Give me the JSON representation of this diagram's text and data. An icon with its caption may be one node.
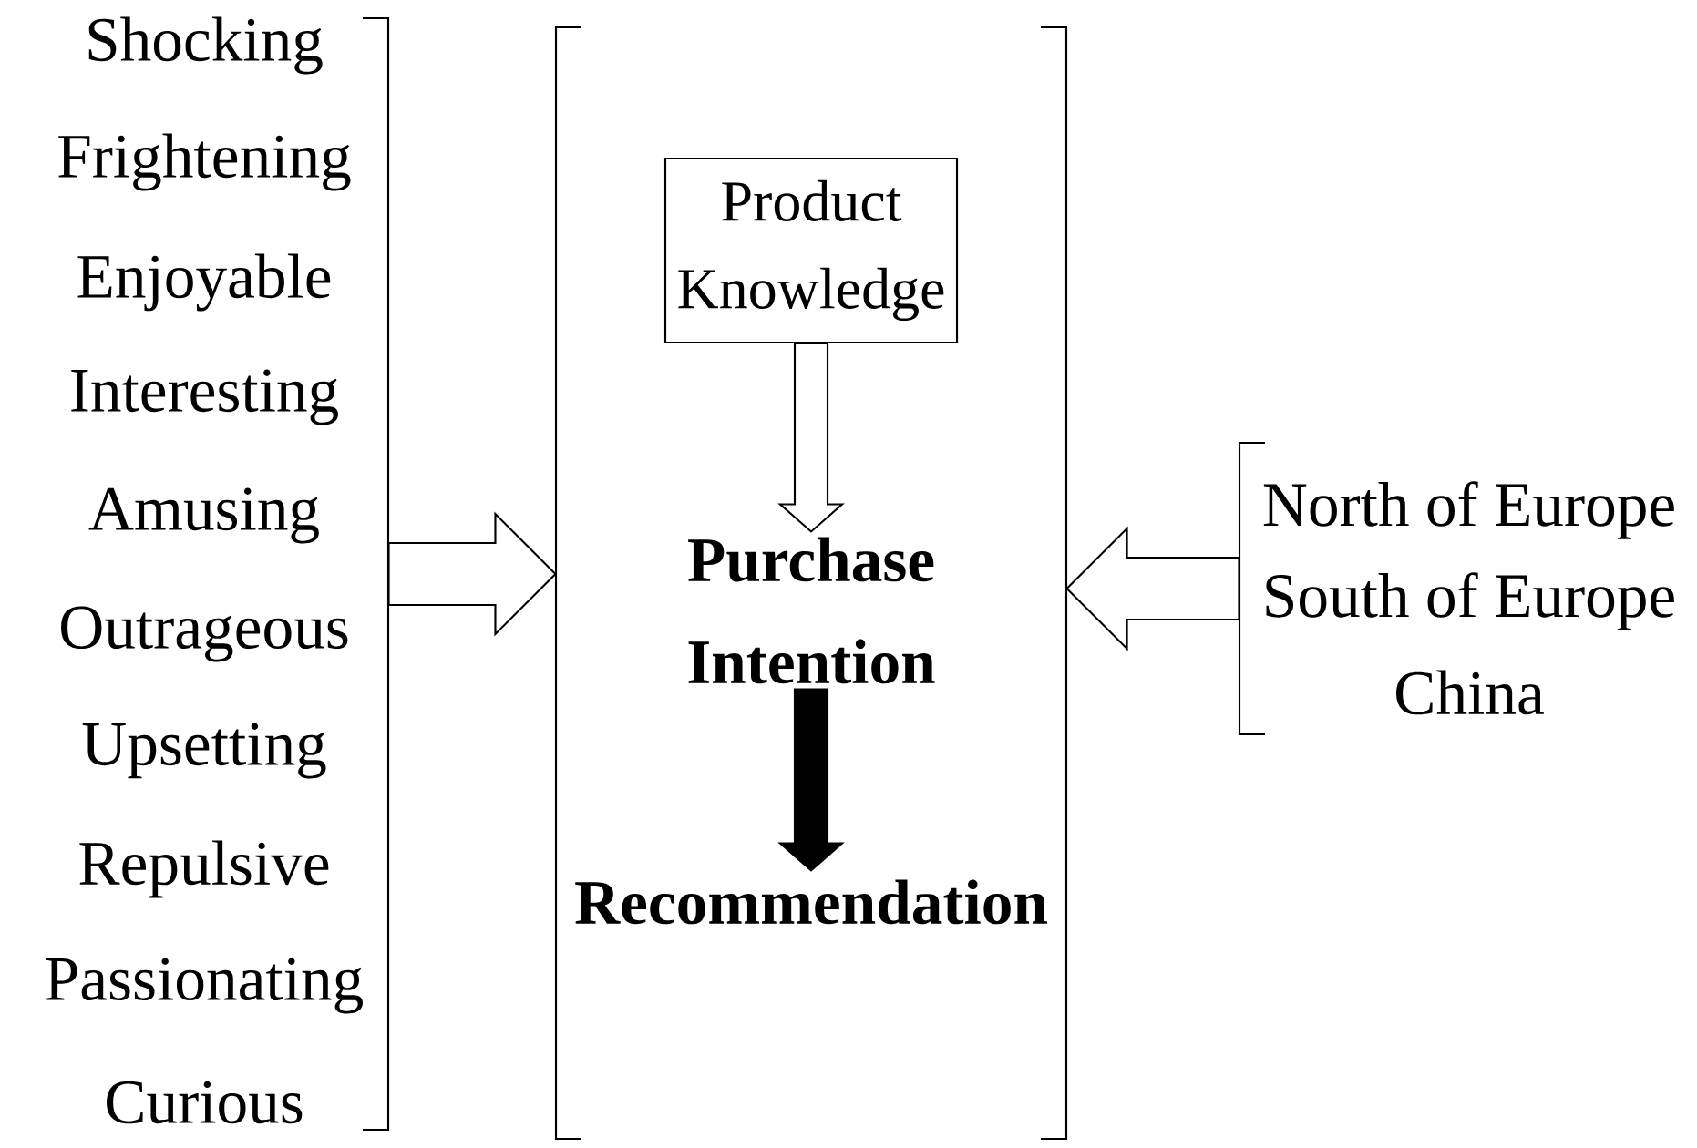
{
  "diagram": {
    "nodes": [
      {
        "text": [
          "Shocking",
          "Frightening",
          "Enjoyable",
          "Interesting",
          "Amusing",
          "Outrageous",
          "Upsetting",
          "Repulsive",
          "Passionating",
          "Curious"
        ]
      },
      {
        "text": [],
        "shape": "bracket"
      },
      {
        "text": [
          "Product Knowledge"
        ],
        "in": 1
      },
      {
        "text": [
          "Purchase Intention"
        ],
        "in": 1
      },
      {
        "text": [
          "Recommendation"
        ],
        "in": 1
      },
      {
        "text": [
          "North of Europe",
          "South of Europe",
          "China"
        ]
      }
    ],
    "edges": [
      {
        "from": 0,
        "to": 1,
        "arrow": "to"
      },
      {
        "from": 5,
        "to": 1,
        "arrow": "to"
      },
      {
        "from": 2,
        "to": 3,
        "arrow": "to"
      },
      {
        "from": 3,
        "to": 4,
        "arrow": "to",
        "style": "thick"
      }
    ]
  }
}
